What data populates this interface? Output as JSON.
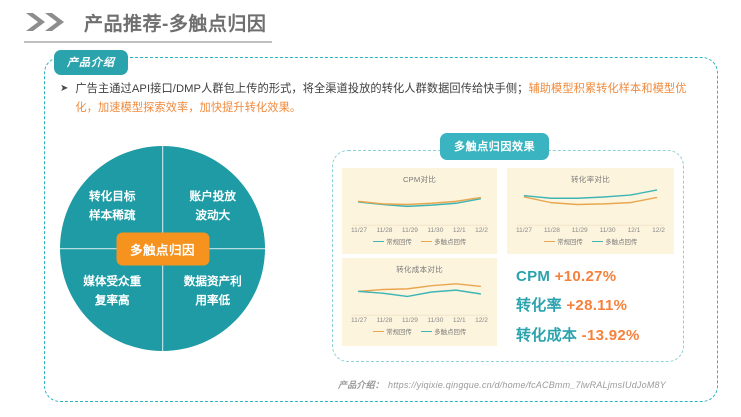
{
  "header": {
    "title": "产品推荐-多触点归因",
    "chevron_icon": "double-chevron-right-icon"
  },
  "intro": {
    "badge": "产品介绍",
    "bullet": "➤",
    "text_part1": "广告主通过API接口/DMP人群包上传的形式，将全渠道投放的转化人群数据回传给快手侧；",
    "text_highlight": "辅助模型积累转化样本和模型优化，加速模型探索效率，加快提升转化效果。"
  },
  "circle": {
    "center_label": "多触点归因",
    "quadrants": [
      {
        "line1": "转化目标",
        "line2": "样本稀疏"
      },
      {
        "line1": "账户投放",
        "line2": "波动大"
      },
      {
        "line1": "媒体受众重",
        "line2": "复率高"
      },
      {
        "line1": "数据资产利",
        "line2": "用率低"
      }
    ]
  },
  "effect": {
    "badge": "多触点归因效果"
  },
  "chart_data": [
    {
      "id": "cpm",
      "type": "line",
      "title": "CPM对比",
      "x": [
        "11/27",
        "11/28",
        "11/29",
        "11/30",
        "12/1",
        "12/2"
      ],
      "xlabel": "",
      "ylabel": "",
      "grid": false,
      "legend_position": "bottom",
      "series": [
        {
          "name": "常规回传",
          "color": "#3fb5b5",
          "values": [
            60,
            52,
            46,
            50,
            56,
            70
          ]
        },
        {
          "name": "多触点回传",
          "color": "#e8a650",
          "values": [
            62,
            54,
            52,
            56,
            62,
            74
          ]
        }
      ],
      "ylim": [
        0,
        100
      ]
    },
    {
      "id": "cvr",
      "type": "line",
      "title": "转化率对比",
      "x": [
        "11/27",
        "11/28",
        "11/29",
        "11/30",
        "12/1",
        "12/2"
      ],
      "xlabel": "",
      "ylabel": "",
      "grid": false,
      "legend_position": "bottom",
      "series": [
        {
          "name": "常规回传",
          "color": "#e8a650",
          "values": [
            76,
            58,
            52,
            54,
            58,
            74
          ]
        },
        {
          "name": "多触点回传",
          "color": "#3fb5b5",
          "values": [
            80,
            72,
            72,
            76,
            82,
            98
          ]
        }
      ],
      "ylim": [
        0,
        100
      ]
    },
    {
      "id": "cost",
      "type": "line",
      "title": "转化成本对比",
      "x": [
        "11/27",
        "11/28",
        "11/29",
        "11/30",
        "12/1",
        "12/2"
      ],
      "xlabel": "",
      "ylabel": "",
      "grid": false,
      "legend_position": "bottom",
      "series": [
        {
          "name": "常规回传",
          "color": "#e8a650",
          "values": [
            62,
            68,
            70,
            80,
            86,
            78
          ]
        },
        {
          "name": "多触点回传",
          "color": "#3fb5b5",
          "values": [
            62,
            56,
            46,
            60,
            66,
            54
          ]
        }
      ],
      "ylim": [
        0,
        100
      ]
    }
  ],
  "metrics": [
    {
      "label": "CPM",
      "value": "+10.27%"
    },
    {
      "label": "转化率",
      "value": "+28.11%"
    },
    {
      "label": "转化成本",
      "value": "-13.92%"
    }
  ],
  "footer": {
    "label": "产品介绍：",
    "url": "https://yiqixie.qingque.cn/d/home/fcACBmm_7lwRALjmsIUdJoM8Y"
  },
  "colors": {
    "teal": "#1e9ba4",
    "teal_badge": "#2aa3ad",
    "orange": "#f5931e",
    "orange_text": "#f5813c",
    "chart_bg": "#fdf4dd",
    "series_teal": "#3fb5b5",
    "series_orange": "#e8a650",
    "dashed_border": "#2bb3c0"
  }
}
